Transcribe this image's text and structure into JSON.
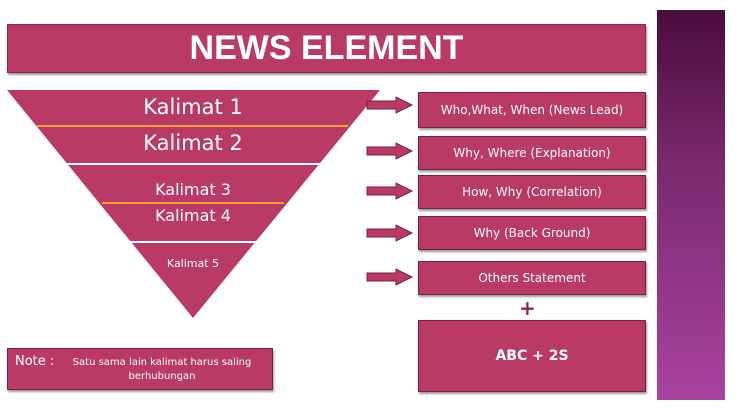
{
  "title": "NEWS ELEMENT",
  "pyramid": [
    "Kalimat 1",
    "Kalimat 2",
    "Kalimat 3",
    "Kalimat 4",
    "Kalimat 5"
  ],
  "boxes": [
    "Who,What, When (News Lead)",
    "Why, Where (Explanation)",
    "How, Why (Correlation)",
    "Why (Back Ground)",
    "Others Statement"
  ],
  "plus": "+",
  "formula": "ABC + 2S",
  "note": {
    "label": "Note :",
    "text": "Satu sama lain kalimat harus saling berhubungan"
  },
  "colors": {
    "primary": "#b83a65",
    "orange": "#f0a030",
    "band": "#7a2a6e"
  }
}
